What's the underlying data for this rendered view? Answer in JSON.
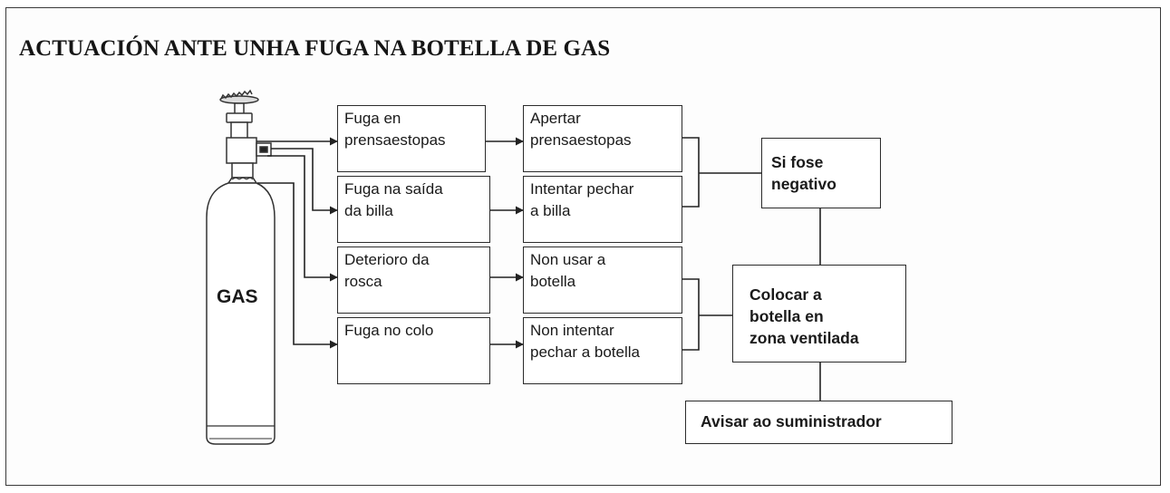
{
  "title": "ACTUACIÓN ANTE UNHA FUGA NA BOTELLA DE GAS",
  "cylinder_label": "GAS",
  "leaks": [
    {
      "cause": "Fuga en\nprensaestopas",
      "action": "Apertar\nprensaestopas"
    },
    {
      "cause": "Fuga na saída\nda billa",
      "action": "Intentar pechar\na billa"
    },
    {
      "cause": "Deterioro da\nrosca",
      "action": "Non usar a\nbotella"
    },
    {
      "cause": "Fuga no colo",
      "action": "Non intentar\npechar a botella"
    }
  ],
  "if_negative": "Si fose\nnegativo",
  "ventilate": "Colocar a\nbotella en\nzona ventilada",
  "notify": "Avisar ao suministrador"
}
